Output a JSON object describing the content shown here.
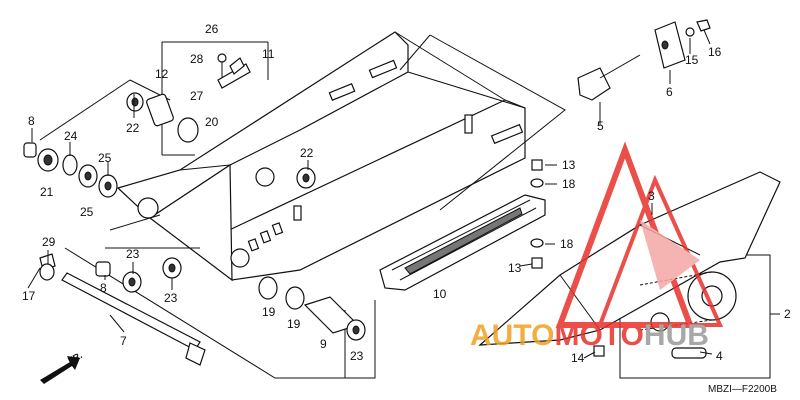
{
  "diagram_code": "MBZI—F2200B",
  "direction_label": "FR.",
  "watermark": {
    "text_red": "AUTO",
    "text_grey": "MOTO",
    "text_dark": "HUB",
    "color_red": "#e8312a",
    "color_orange": "#f0a020",
    "color_grey": "#9a9a9a"
  },
  "callouts": [
    "26",
    "28",
    "11",
    "12",
    "27",
    "20",
    "8",
    "22",
    "24",
    "21",
    "25",
    "25",
    "22",
    "29",
    "17",
    "8",
    "23",
    "23",
    "7",
    "19",
    "19",
    "9",
    "23",
    "10",
    "6",
    "15",
    "16",
    "5",
    "13",
    "18",
    "18",
    "13",
    "3",
    "2",
    "14",
    "4"
  ]
}
